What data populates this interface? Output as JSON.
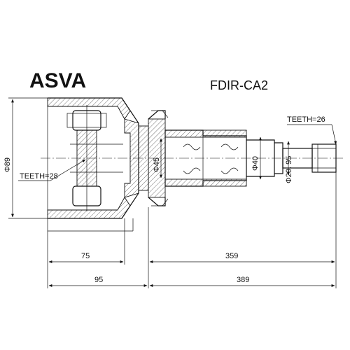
{
  "brand": "ASVA",
  "part_number": "FDIR-CA2",
  "dimensions": {
    "outer_diameter": "Φ89",
    "inner_teeth": "TEETH=28",
    "shaft_diameter_45": "Φ45",
    "shaft_diameter_40": "Φ40",
    "shaft_diameter_29_95": "Φ29. 95",
    "outer_teeth": "TEETH=26",
    "length_75": "75",
    "length_95": "95",
    "length_359": "359",
    "length_389": "389"
  }
}
